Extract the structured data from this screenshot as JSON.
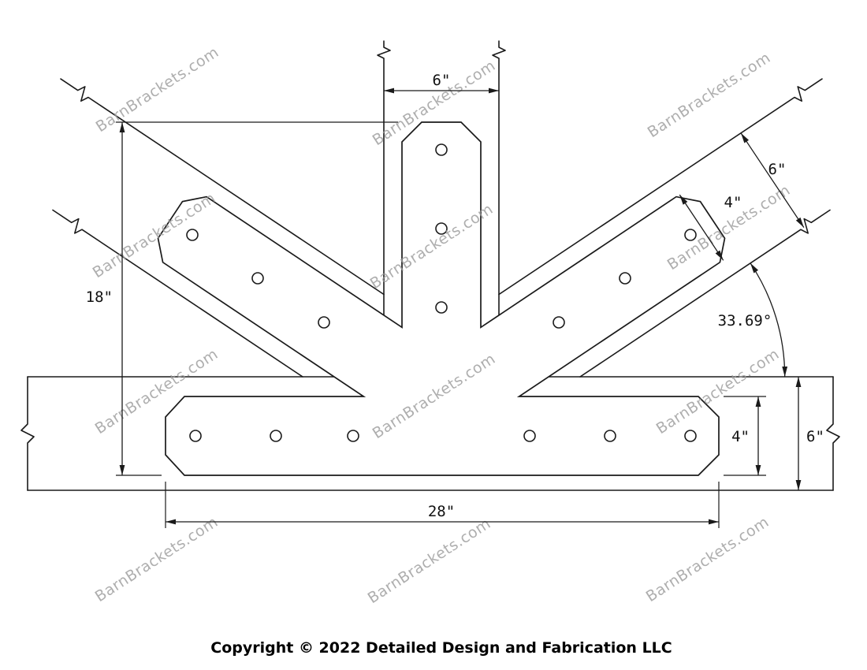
{
  "page": {
    "background": "#ffffff"
  },
  "watermark": {
    "text": "BarnBrackets.com",
    "color": "#9b9b9b"
  },
  "drawing": {
    "line_color": "#1a1a1a",
    "dimensions": {
      "post_width": "6\"",
      "bracket_height": "18\"",
      "brace_width": "6\"",
      "brace_plate_width": "4\"",
      "angle": "33.69°",
      "plate_height": "4\"",
      "beam_height": "6\"",
      "plate_length": "28\""
    }
  },
  "footer": {
    "copyright": "Copyright © 2022 Detailed Design and Fabrication LLC"
  }
}
